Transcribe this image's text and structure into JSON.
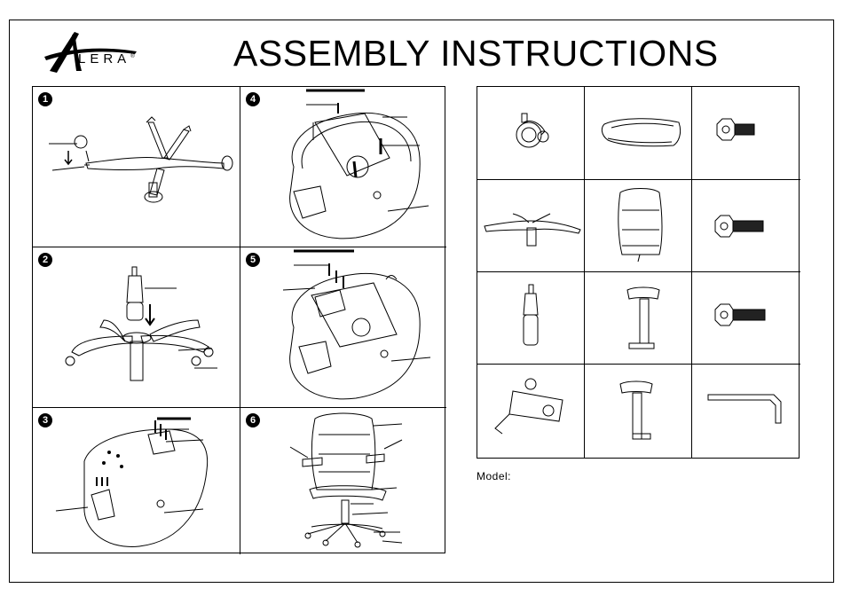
{
  "brand": {
    "name": "LERA",
    "logo_icon": "alera-a-logo-icon",
    "registered": "®"
  },
  "title": "ASSEMBLY INSTRUCTIONS",
  "steps": [
    {
      "number": "1",
      "illustration": "casters-into-base-icon"
    },
    {
      "number": "4",
      "illustration": "mechanism-to-seat-icon"
    },
    {
      "number": "2",
      "illustration": "gas-lift-into-base-icon"
    },
    {
      "number": "5",
      "illustration": "backrest-to-mechanism-icon"
    },
    {
      "number": "3",
      "illustration": "armrests-to-seat-icon"
    },
    {
      "number": "6",
      "illustration": "finished-chair-icon"
    }
  ],
  "parts": [
    {
      "name": "caster-icon"
    },
    {
      "name": "seat-cushion-icon"
    },
    {
      "name": "short-bolt-icon"
    },
    {
      "name": "five-star-base-icon"
    },
    {
      "name": "backrest-icon"
    },
    {
      "name": "medium-bolt-icon"
    },
    {
      "name": "gas-lift-cylinder-icon"
    },
    {
      "name": "armrest-right-icon"
    },
    {
      "name": "long-bolt-icon"
    },
    {
      "name": "tilt-mechanism-icon"
    },
    {
      "name": "armrest-left-icon"
    },
    {
      "name": "allen-wrench-icon"
    }
  ],
  "model_label": "Model:"
}
